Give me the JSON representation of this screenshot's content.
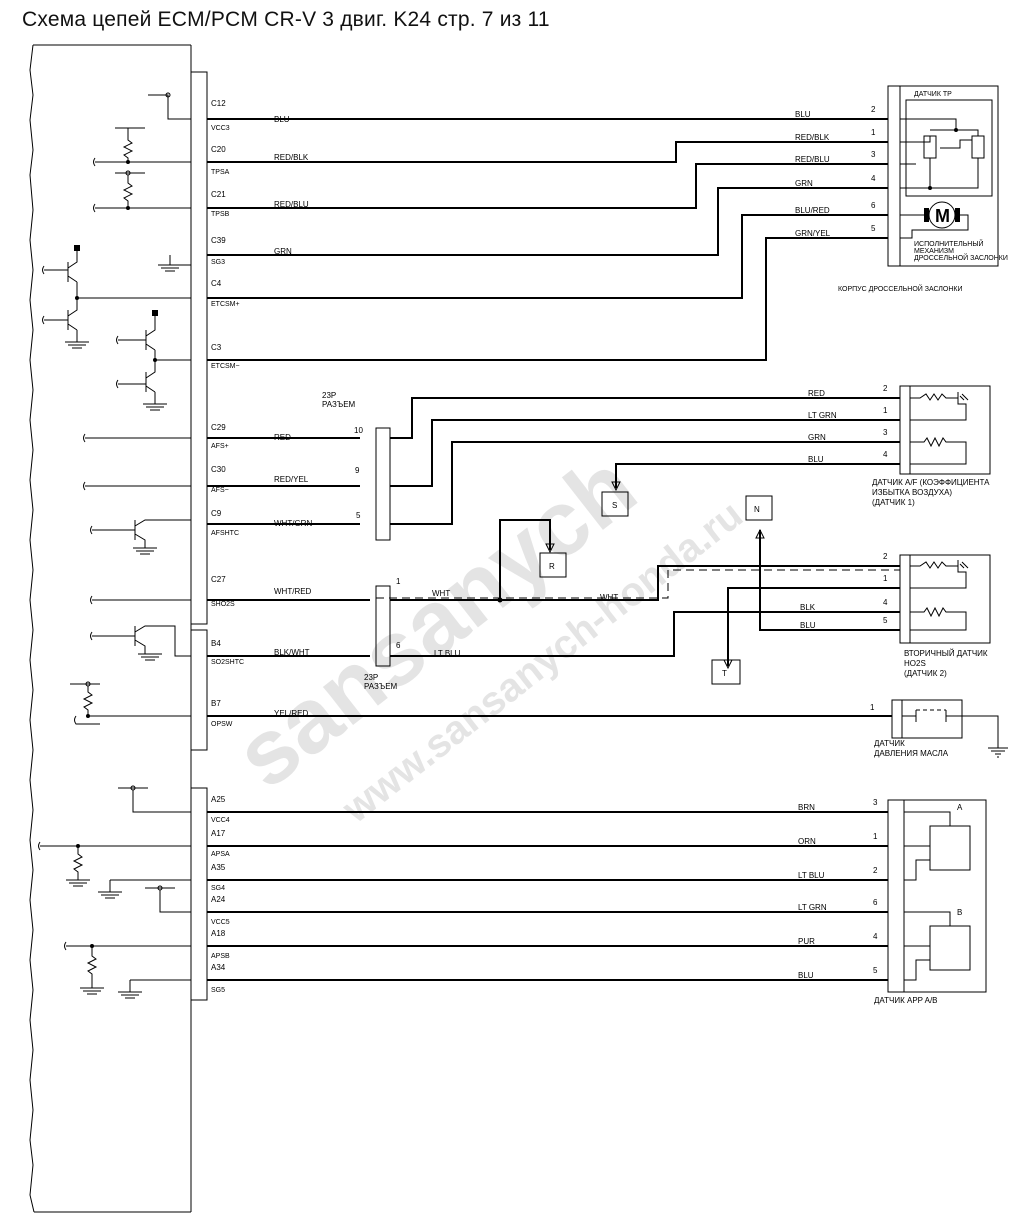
{
  "title": "Схема цепей ECM/PCM CR-V 3 двиг. K24 стр. 7 из 11",
  "ecm_pins": [
    {
      "pin": "C12",
      "signal": "VCC3"
    },
    {
      "pin": "C20",
      "signal": "TPSA"
    },
    {
      "pin": "C21",
      "signal": "TPSB"
    },
    {
      "pin": "C39",
      "signal": "SG3"
    },
    {
      "pin": "C4",
      "signal": "ETCSM+"
    },
    {
      "pin": "C3",
      "signal": "ETCSM−"
    },
    {
      "pin": "C29",
      "signal": "AFS+"
    },
    {
      "pin": "C30",
      "signal": "AFS−"
    },
    {
      "pin": "C9",
      "signal": "AFSHTC"
    },
    {
      "pin": "C27",
      "signal": "SHO2S"
    },
    {
      "pin": "B4",
      "signal": "SO2SHTC"
    },
    {
      "pin": "B7",
      "signal": "OPSW"
    },
    {
      "pin": "A25",
      "signal": "VCC4"
    },
    {
      "pin": "A17",
      "signal": "APSA"
    },
    {
      "pin": "A35",
      "signal": "SG4"
    },
    {
      "pin": "A24",
      "signal": "VCC5"
    },
    {
      "pin": "A18",
      "signal": "APSB"
    },
    {
      "pin": "A34",
      "signal": "SG5"
    }
  ],
  "wire_labels_left": [
    "BLU",
    "RED/BLK",
    "RED/BLU",
    "GRN",
    "RED",
    "RED/YEL",
    "WHT/GRN",
    "WHT/RED",
    "BLK/WHT",
    "YEL/RED"
  ],
  "wire_labels_mid": [
    "WHT",
    "WHT",
    "LT BLU"
  ],
  "tp_wires": [
    {
      "color": "BLU",
      "pin": "2"
    },
    {
      "color": "RED/BLK",
      "pin": "1"
    },
    {
      "color": "RED/BLU",
      "pin": "3"
    },
    {
      "color": "GRN",
      "pin": "4"
    },
    {
      "color": "BLU/RED",
      "pin": "6"
    },
    {
      "color": "GRN/YEL",
      "pin": "5"
    }
  ],
  "af_wires": [
    {
      "color": "RED",
      "pin": "2"
    },
    {
      "color": "LT GRN",
      "pin": "1"
    },
    {
      "color": "GRN",
      "pin": "3"
    },
    {
      "color": "BLU",
      "pin": "4"
    }
  ],
  "ho2s_wires": [
    {
      "color": "",
      "pin": "2"
    },
    {
      "color": "",
      "pin": "1"
    },
    {
      "color": "BLK",
      "pin": "4"
    },
    {
      "color": "BLU",
      "pin": "5"
    }
  ],
  "opsw_pin": "1",
  "app_wires": [
    {
      "color": "BRN",
      "pin": "3"
    },
    {
      "color": "ORN",
      "pin": "1"
    },
    {
      "color": "LT BLU",
      "pin": "2"
    },
    {
      "color": "LT GRN",
      "pin": "6"
    },
    {
      "color": "PUR",
      "pin": "4"
    },
    {
      "color": "BLU",
      "pin": "5"
    }
  ],
  "connector_23p": {
    "top_label_line1": "23P",
    "top_label_line2": "РАЗЪЕМ",
    "pins_af": [
      "10",
      "9",
      "5"
    ],
    "pins_ho2s": [
      "1",
      "6"
    ],
    "bottom_label_line1": "23P",
    "bottom_label_line2": "РАЗЪЕМ"
  },
  "references": [
    "S",
    "R",
    "N",
    "T"
  ],
  "tp_box": {
    "title": "ДАТЧИК TP",
    "actuator_line1": "ИСПОЛНИТЕЛЬНЫЙ",
    "actuator_line2": "МЕХАНИЗМ",
    "actuator_line3": "ДРОССЕЛЬНОЙ ЗАСЛОНКИ",
    "motor_symbol": "M",
    "body_caption": "КОРПУС ДРОССЕЛЬНОЙ ЗАСЛОНКИ"
  },
  "af_caption": [
    "ДАТЧИК A/F (КОЭФФИЦИЕНТА",
    "ИЗБЫТКА ВОЗДУХА)",
    "(ДАТЧИК 1)"
  ],
  "ho2s_caption": [
    "ВТОРИЧНЫЙ ДАТЧИК",
    "HO2S",
    "(ДАТЧИК 2)"
  ],
  "opsw_caption": [
    "ДАТЧИК",
    "ДАВЛЕНИЯ МАСЛА"
  ],
  "app_box": {
    "label_a": "A",
    "label_b": "B",
    "caption": "ДАТЧИК APP A/B"
  },
  "watermark": {
    "line1": "sansanych",
    "line2": "www.sansanych-honda.ru"
  }
}
